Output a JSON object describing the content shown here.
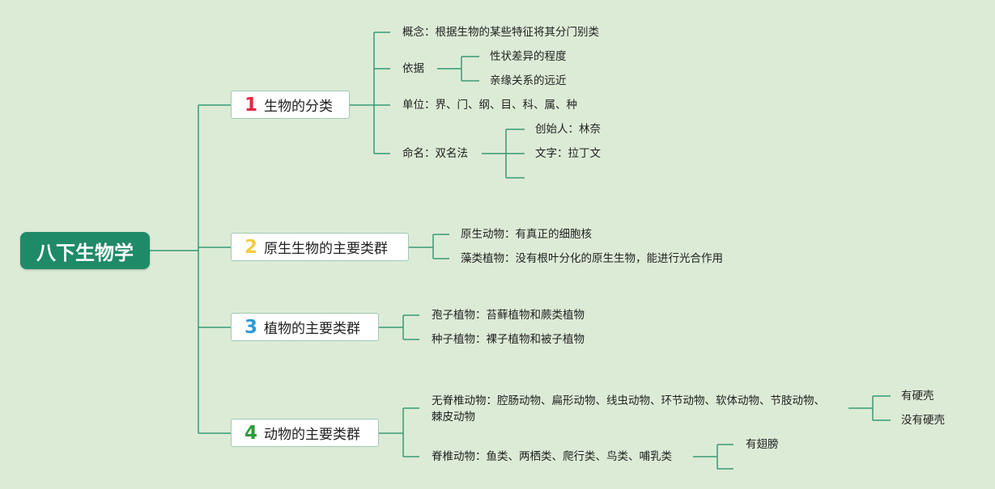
{
  "root": "八下生物学",
  "colors": {
    "line": "#3a9a77",
    "root_bg": "#1f8a68",
    "num1": "#e5283d",
    "num2": "#f3cd43",
    "num3": "#2a9ad8",
    "num4": "#2f9c3a"
  },
  "branches": [
    {
      "num": "1",
      "title": "生物的分类",
      "items": [
        {
          "label": "概念：根据生物的某些特征将其分门别类"
        },
        {
          "label": "依据",
          "children": [
            "性状差异的程度",
            "亲缘关系的远近"
          ]
        },
        {
          "label": "单位：界、门、纲、目、科、属、种"
        },
        {
          "label": "命名：双名法",
          "children": [
            "创始人：林奈",
            "文字：拉丁文"
          ]
        }
      ]
    },
    {
      "num": "2",
      "title": "原生生物的主要类群",
      "items": [
        {
          "label": "原生动物：有真正的细胞核"
        },
        {
          "label": "藻类植物：没有根叶分化的原生生物，能进行光合作用"
        }
      ]
    },
    {
      "num": "3",
      "title": "植物的主要类群",
      "items": [
        {
          "label": "孢子植物：苔藓植物和蕨类植物"
        },
        {
          "label": "种子植物：裸子植物和被子植物"
        }
      ]
    },
    {
      "num": "4",
      "title": "动物的主要类群",
      "items": [
        {
          "label": "无脊椎动物：腔肠动物、扁形动物、线虫动物、环节动物、软体动物、节肢动物、棘皮动物",
          "children": [
            "有硬壳",
            "没有硬壳"
          ]
        },
        {
          "label": "脊椎动物：鱼类、两栖类、爬行类、鸟类、哺乳类",
          "children": [
            "有翅膀"
          ]
        }
      ]
    }
  ]
}
